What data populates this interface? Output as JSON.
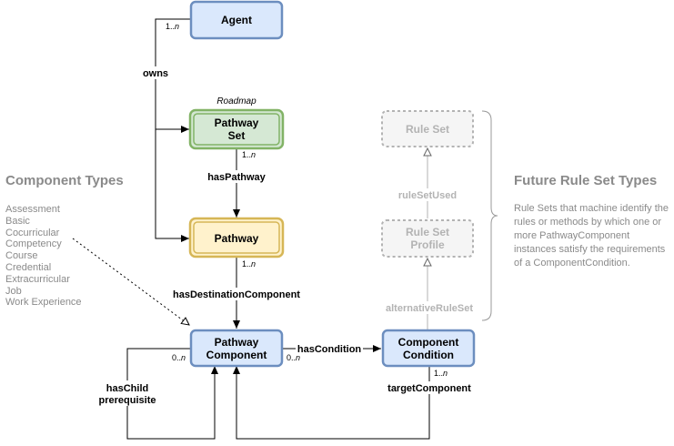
{
  "nodes": {
    "agent": "Agent",
    "roadmap_caption": "Roadmap",
    "pathway_set": [
      "Pathway",
      "Set"
    ],
    "pathway": "Pathway",
    "pathway_component": [
      "Pathway",
      "Component"
    ],
    "component_condition": [
      "Component",
      "Condition"
    ],
    "rule_set": "Rule Set",
    "rule_set_profile": [
      "Rule Set",
      "Profile"
    ]
  },
  "edges": {
    "owns": "owns",
    "has_pathway": "hasPathway",
    "has_destination_component": "hasDestinationComponent",
    "has_condition": "hasCondition",
    "has_child": [
      "hasChild",
      "prerequisite"
    ],
    "target_component": "targetComponent",
    "rule_set_used": "ruleSetUsed",
    "alternative_rule_set": "alternativeRuleSet"
  },
  "multiplicities": {
    "agent_owns": "1..n",
    "pathway_set_has_pathway": "1..n",
    "pathway_has_destination": "1..n",
    "component_has_condition": "0..n",
    "component_has_child": "0..n",
    "condition_target": "1..n"
  },
  "component_types": {
    "title": "Component Types",
    "items": [
      "Assessment",
      "Basic",
      "Cocurricular",
      "Competency",
      "Course",
      "Credential",
      "Extracurricular",
      "Job",
      "Work Experience"
    ]
  },
  "future_rule_sets": {
    "title": "Future Rule Set Types",
    "description": "Rule Sets that machine identify the rules or methods by which one or more PathwayComponent instances satisfy the requirements of a ComponentCondition."
  },
  "colors": {
    "blue_fill": "#dae8fc",
    "blue_stroke": "#6c8ebf",
    "green_fill": "#d5e8d4",
    "green_stroke": "#82b366",
    "yellow_fill": "#fff2cc",
    "yellow_stroke": "#d6b656",
    "ghost_fill": "#f5f5f5",
    "ghost_stroke": "#b3b3b3",
    "side_text": "#8a8a8a"
  }
}
